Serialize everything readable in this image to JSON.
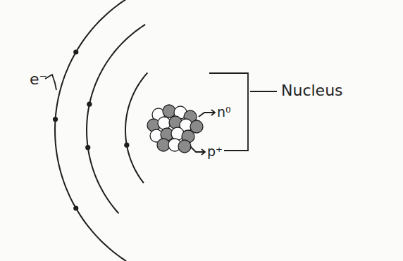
{
  "diagram": {
    "labels": [
      "e⁻",
      "n⁰",
      "p⁺",
      "Nucleus"
    ]
  }
}
